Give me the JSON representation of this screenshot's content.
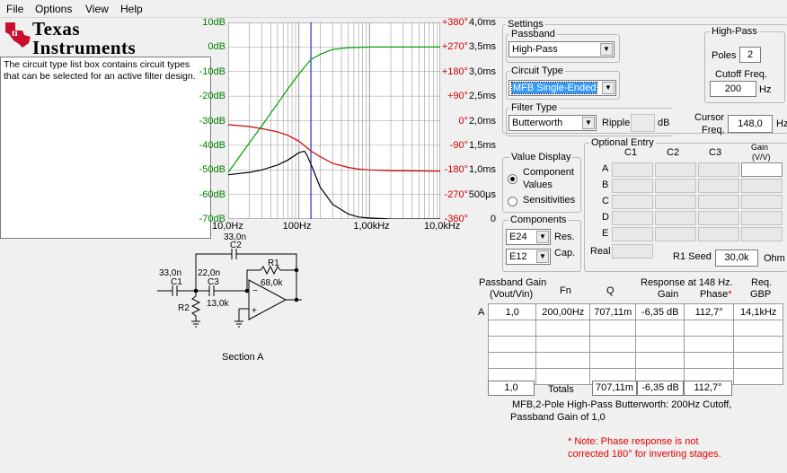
{
  "menu": [
    "File",
    "Options",
    "View",
    "Help"
  ],
  "logo": {
    "line1": "Texas",
    "line2": "Instruments"
  },
  "help_text": "The circuit type list box contains circuit types that can be selected for an active filter design.",
  "chart_data": {
    "type": "line",
    "x_tick_labels": [
      "10,0Hz",
      "100Hz",
      "1,00kHz",
      "10,0kHz"
    ],
    "y_left_labels": [
      "10dB",
      "0dB",
      "-10dB",
      "-20dB",
      "-30dB",
      "-40dB",
      "-50dB",
      "-60dB",
      "-70dB"
    ],
    "y_right_phase_labels": [
      "+380°",
      "+270°",
      "+180°",
      "+90°",
      "0°",
      "-90°",
      "-180°",
      "-270°",
      "-360°"
    ],
    "y_right_time_labels": [
      "4,0ms",
      "3,5ms",
      "3,0ms",
      "2,5ms",
      "2,0ms",
      "1,5ms",
      "1,0ms",
      "500µs",
      "0"
    ],
    "xlim": [
      10,
      10000
    ],
    "ylim_gain": [
      -70,
      10
    ],
    "ylim_phase": [
      -360,
      380
    ],
    "ylim_delay_ms": [
      0,
      4
    ],
    "x_scale": "log",
    "grid": true,
    "cursor_freq_hz": 148,
    "colors": {
      "gain": "#00a000",
      "phase": "#d00000",
      "delay": "#000000",
      "cursor": "#0000c0",
      "grid": "#9a9a9a"
    },
    "series": [
      {
        "kind": "gain",
        "x": [
          10,
          20,
          30,
          50,
          70,
          100,
          130,
          150,
          200,
          300,
          500,
          1000,
          10000
        ],
        "y": [
          -51,
          -39,
          -32,
          -23,
          -17,
          -11,
          -7,
          -5,
          -3,
          -1,
          -0.3,
          0,
          0
        ]
      },
      {
        "kind": "phase",
        "x": [
          10,
          20,
          30,
          50,
          70,
          100,
          150,
          200,
          300,
          500,
          700,
          1000,
          2000,
          10000
        ],
        "y": [
          -5,
          -12,
          -20,
          -32,
          -45,
          -67,
          -105,
          -125,
          -150,
          -166,
          -172,
          -175,
          -178,
          -180
        ]
      },
      {
        "kind": "delay",
        "x": [
          10,
          20,
          30,
          50,
          70,
          100,
          120,
          130,
          150,
          200,
          300,
          500,
          700,
          1000,
          2000,
          10000
        ],
        "y": [
          0.9,
          0.95,
          1.0,
          1.1,
          1.2,
          1.35,
          1.38,
          1.3,
          1.1,
          0.65,
          0.3,
          0.1,
          0.04,
          0.02,
          0,
          0
        ]
      }
    ]
  },
  "schematic": {
    "c2": "C2",
    "c2_val": "33,0n",
    "c1": "C1",
    "c1_val": "33,0n",
    "c3": "C3",
    "c3_val": "22,0n",
    "r1": "R1",
    "r1_val": "68,0k",
    "r2": "R2",
    "r2_val": "13,0k",
    "minus": "−",
    "plus": "+",
    "section": "Section A"
  },
  "settings": {
    "title": "Settings",
    "passband": {
      "label": "Passband",
      "value": "High-Pass"
    },
    "circuit_type": {
      "label": "Circuit Type",
      "value": "MFB Single-Ended"
    },
    "filter_type": {
      "label": "Filter Type",
      "value": "Butterworth",
      "ripple_label": "Ripple",
      "ripple_unit": "dB"
    },
    "high_pass": {
      "title": "High-Pass",
      "poles_label": "Poles",
      "poles_value": "2",
      "cutoff_label": "Cutoff  Freq.",
      "cutoff_value": "200",
      "cutoff_unit": "Hz"
    },
    "cursor": {
      "label1": "Cursor",
      "label2": "Freq.",
      "value": "148,0",
      "unit": "Hz"
    }
  },
  "value_display": {
    "title": "Value Display",
    "option1a": "Component",
    "option1b": "Values",
    "option2": "Sensitivities"
  },
  "components": {
    "title": "Components",
    "res_value": "E24",
    "res_label": "Res.",
    "cap_value": "E12",
    "cap_label": "Cap."
  },
  "optional_entry": {
    "title": "Optional Entry",
    "cols": [
      "C1",
      "C2",
      "C3"
    ],
    "gain_label1": "Gain",
    "gain_label2": "(V/V)",
    "rows": [
      "A",
      "B",
      "C",
      "D",
      "E"
    ],
    "real_label": "Real",
    "r1seed_label": "R1 Seed",
    "r1seed_value": "30,0k",
    "r1seed_unit": "Ohm"
  },
  "results": {
    "h_passband1": "Passband Gain",
    "h_passband2": "(Vout/Vin)",
    "h_fn": "Fn",
    "h_q": "Q",
    "h_response": "Response at 148 Hz.",
    "h_gain": "Gain",
    "h_phase": "Phase",
    "h_star": "*",
    "h_req1": "Req.",
    "h_req2": "GBP",
    "row_label": "A",
    "row": [
      "1,0",
      "200,00Hz",
      "707,11m",
      "-6,35 dB",
      "112,7°",
      "14,1kHz"
    ],
    "totals_label": "Totals",
    "totals": [
      "1,0",
      "707,11m",
      "-6,35 dB",
      "112,7°"
    ],
    "summary1": "MFB,2-Pole High-Pass Butterworth: 200Hz Cutoff,",
    "summary2": "Passband Gain of 1,0",
    "note1": "* Note: Phase response is not",
    "note2": "corrected 180° for inverting stages."
  }
}
